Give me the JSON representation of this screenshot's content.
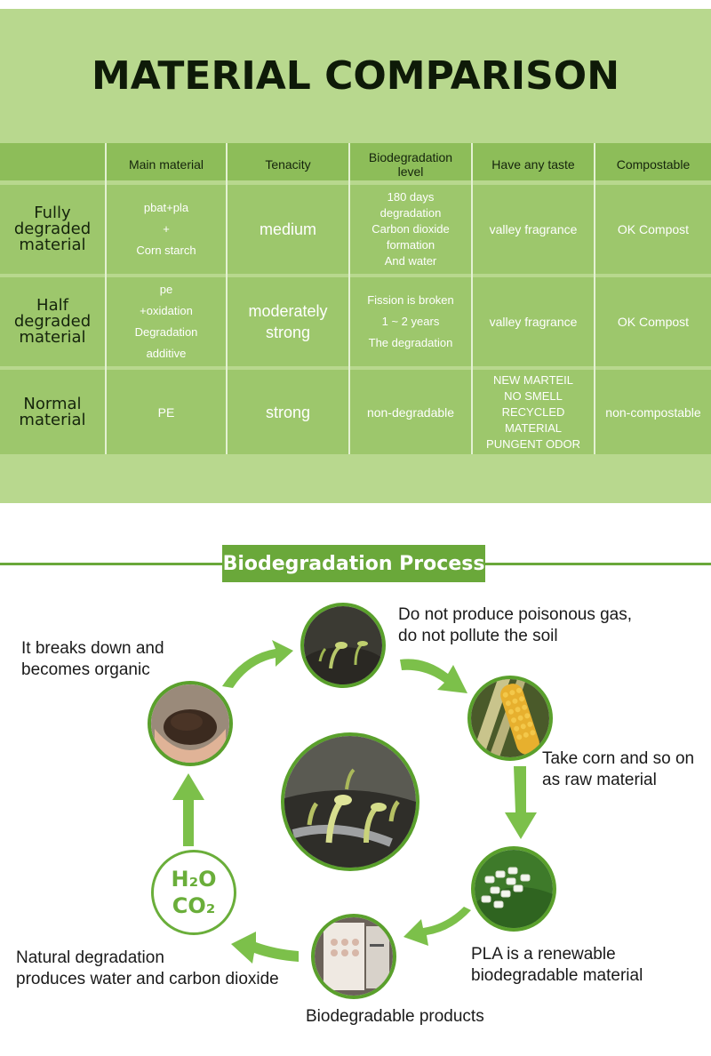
{
  "title": "MATERIAL COMPARISON",
  "table": {
    "headers": [
      "Main material",
      "Tenacity",
      "Biodegradation\nlevel",
      "Have any taste",
      "Compostable"
    ],
    "rows": [
      {
        "name": "Fully\ndegraded\nmaterial",
        "main_material": "pbat+pla\n+\nCorn starch",
        "tenacity": "medium",
        "biodegradation": "180 days\ndegradation\nCarbon dioxide\nformation\nAnd water",
        "taste": "valley fragrance",
        "compostable": "OK Compost"
      },
      {
        "name": "Half\ndegraded\nmaterial",
        "main_material": "pe\n+oxidation\nDegradation\nadditive",
        "tenacity": "moderately\nstrong",
        "biodegradation": "Fission is broken\n1 ~ 2 years\nThe degradation",
        "taste": "valley fragrance",
        "compostable": "OK Compost"
      },
      {
        "name": "Normal\nmaterial",
        "main_material": "PE",
        "tenacity": "strong",
        "biodegradation": "non-degradable",
        "taste": "NEW MARTEIL\nNO SMELL\nRECYCLED MATERIAL\nPUNGENT ODOR",
        "compostable": "non-compostable"
      }
    ]
  },
  "process": {
    "title": "Biodegradation Process",
    "steps": [
      "Do not produce poisonous gas,\ndo not pollute the soil",
      "Take corn and so on\n as raw material",
      "PLA is a renewable\nbiodegradable material",
      "Biodegradable products",
      "Natural degradation\nproduces water and carbon dioxide",
      "It breaks down and\nbecomes organic"
    ],
    "h2o": "H₂O",
    "co2": "CO₂"
  },
  "colors": {
    "panel": "#b8d88e",
    "accent": "#6aa83a",
    "cell": "#9dc76c",
    "header": "#8dbd59"
  }
}
